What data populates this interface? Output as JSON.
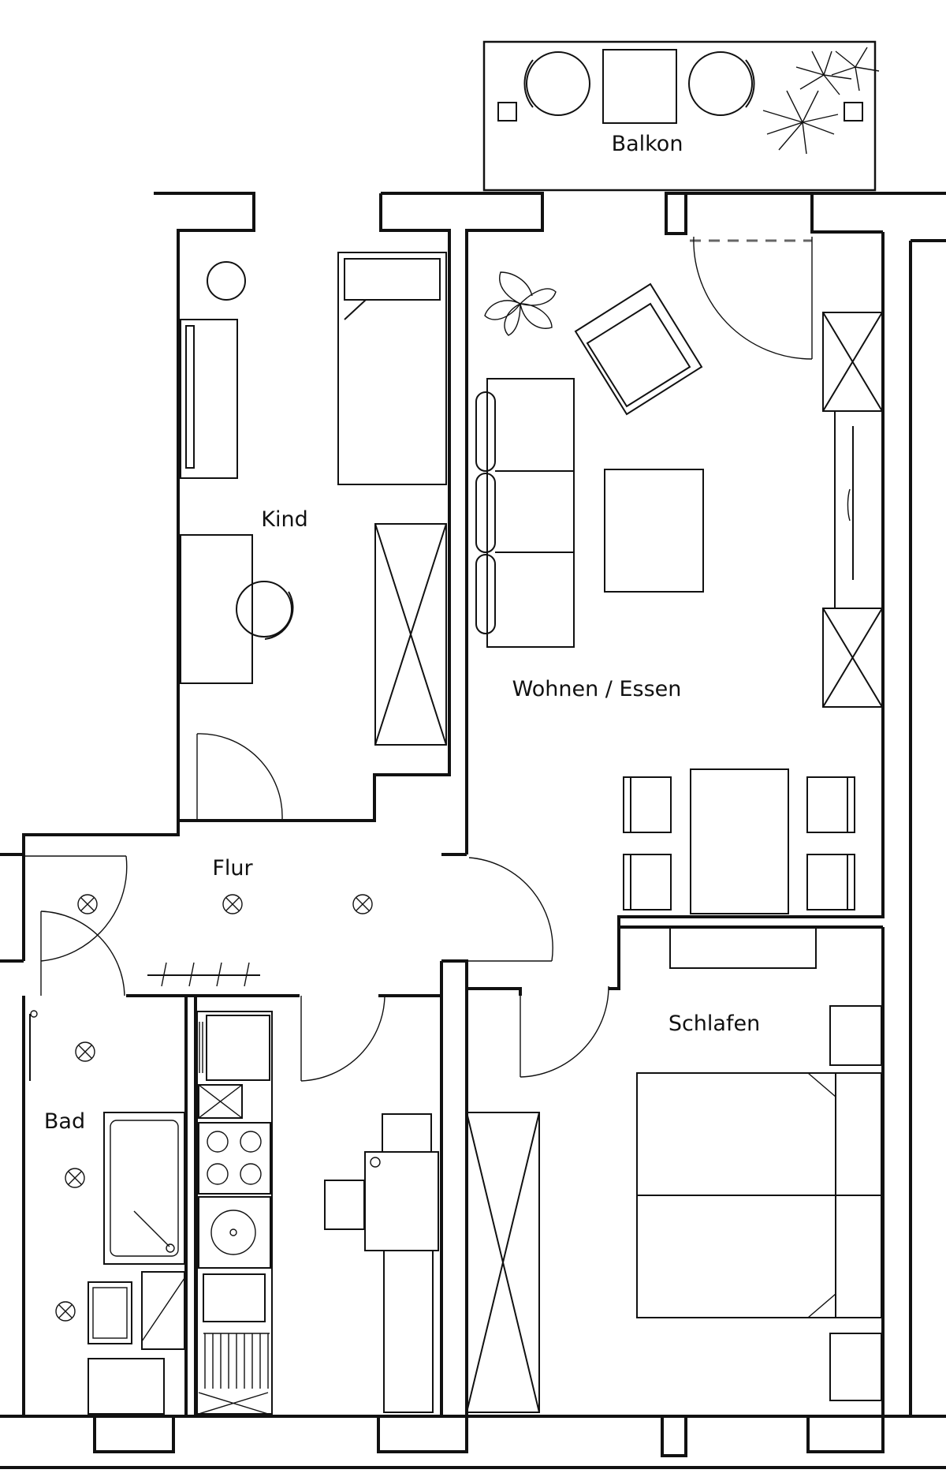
{
  "rooms": {
    "balkon": "Balkon",
    "kind": "Kind",
    "wohnen": "Wohnen / Essen",
    "flur": "Flur",
    "schlafen": "Schlafen",
    "bad": "Bad"
  },
  "colors": {
    "line": "#111111",
    "background": "#ffffff"
  },
  "icons": {
    "ceiling_light": "light-fixture-icon",
    "plant": "plant-icon",
    "window": "window-icon"
  }
}
